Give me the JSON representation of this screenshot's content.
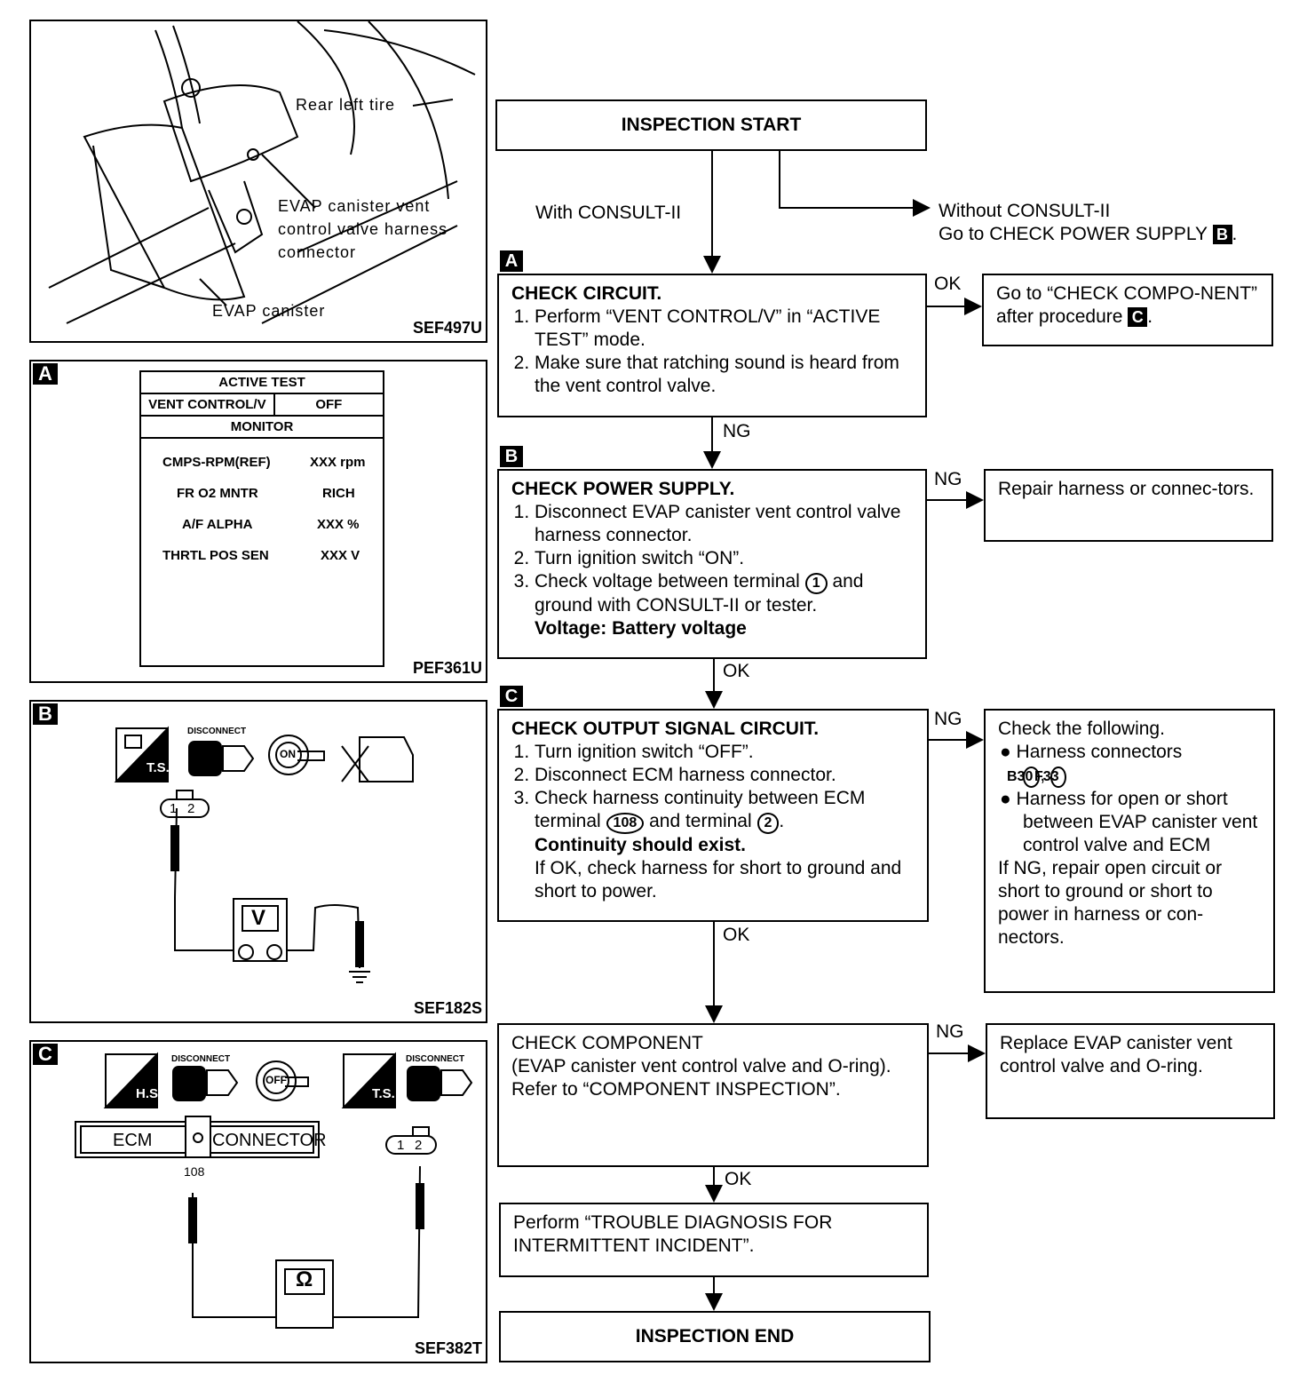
{
  "fig1": {
    "rear_left_tire": "Rear left tire",
    "evap_line1": "EVAP canister vent",
    "evap_line2": "control valve harness",
    "evap_line3": "connector",
    "evap_canister": "EVAP canister",
    "code": "SEF497U"
  },
  "figA": {
    "tag": "A",
    "active_test": "ACTIVE TEST",
    "item": "VENT CONTROL/V",
    "item_val": "OFF",
    "monitor": "MONITOR",
    "rows": [
      {
        "k": "CMPS-RPM(REF)",
        "v": "XXX rpm"
      },
      {
        "k": "FR O2 MNTR",
        "v": "RICH"
      },
      {
        "k": "A/F ALPHA",
        "v": "XXX %"
      },
      {
        "k": "THRTL POS SEN",
        "v": "XXX V"
      }
    ],
    "code": "PEF361U"
  },
  "figB": {
    "tag": "B",
    "ts": "T.S.",
    "disconnect": "DISCONNECT",
    "on": "ON",
    "pin1": "1",
    "pin2": "2",
    "meter": "V",
    "code": "SEF182S"
  },
  "figC": {
    "tag": "C",
    "hs": "H.S.",
    "disconnect1": "DISCONNECT",
    "off": "OFF",
    "ts": "T.S.",
    "disconnect2": "DISCONNECT",
    "ecm": "ECM",
    "connector": "CONNECTOR",
    "pin108": "108",
    "pin1": "1",
    "pin2": "2",
    "meter": "Ω",
    "code": "SEF382T"
  },
  "flow": {
    "start": "INSPECTION START",
    "with_consult": "With CONSULT-II",
    "without_consult_1": "Without CONSULT-II",
    "without_consult_2": "Go to CHECK POWER SUPPLY",
    "tagA": "A",
    "tagB": "B",
    "tagC": "C",
    "ok": "OK",
    "ng": "NG",
    "check_circuit": {
      "title": "CHECK CIRCUIT.",
      "s1": "Perform “VENT CONTROL/V” in “ACTIVE TEST” mode.",
      "s2": "Make sure that ratching sound is heard from the vent control valve."
    },
    "goto_component": "Go to “CHECK COMPO-NENT” after procedure",
    "check_power": {
      "title": "CHECK POWER SUPPLY.",
      "s1": "Disconnect EVAP canister vent control valve harness connector.",
      "s2": "Turn ignition switch “ON”.",
      "s3a": "Check voltage between terminal",
      "s3t": "1",
      "s3b": "and ground with CONSULT-II or tester.",
      "spec": "Voltage: Battery voltage"
    },
    "repair_harness": "Repair harness or connec-tors.",
    "check_output": {
      "title": "CHECK OUTPUT SIGNAL CIRCUIT.",
      "s1": "Turn ignition switch “OFF”.",
      "s2": "Disconnect ECM harness connector.",
      "s3a": "Check harness continuity between ECM terminal",
      "s3t1": "108",
      "s3b": "and terminal",
      "s3t2": "2",
      "spec": "Continuity should exist.",
      "note": "If OK, check harness for short to ground and short to power."
    },
    "check_following": {
      "title": "Check the following.",
      "b1": "Harness connectors",
      "c1": "B30",
      "c2": "F33",
      "b2": "Harness for open or short between EVAP canister vent control valve and ECM",
      "note": "If NG, repair open circuit or short to ground or short to power in harness or con-nectors."
    },
    "check_component": {
      "l1": "CHECK COMPONENT",
      "l2": "(EVAP canister vent control valve and O-ring).",
      "l3": "Refer to “COMPONENT INSPECTION”."
    },
    "replace": "Replace EVAP canister vent control valve and O-ring.",
    "perform": "Perform “TROUBLE DIAGNOSIS FOR INTERMITTENT INCIDENT”.",
    "end": "INSPECTION END"
  }
}
